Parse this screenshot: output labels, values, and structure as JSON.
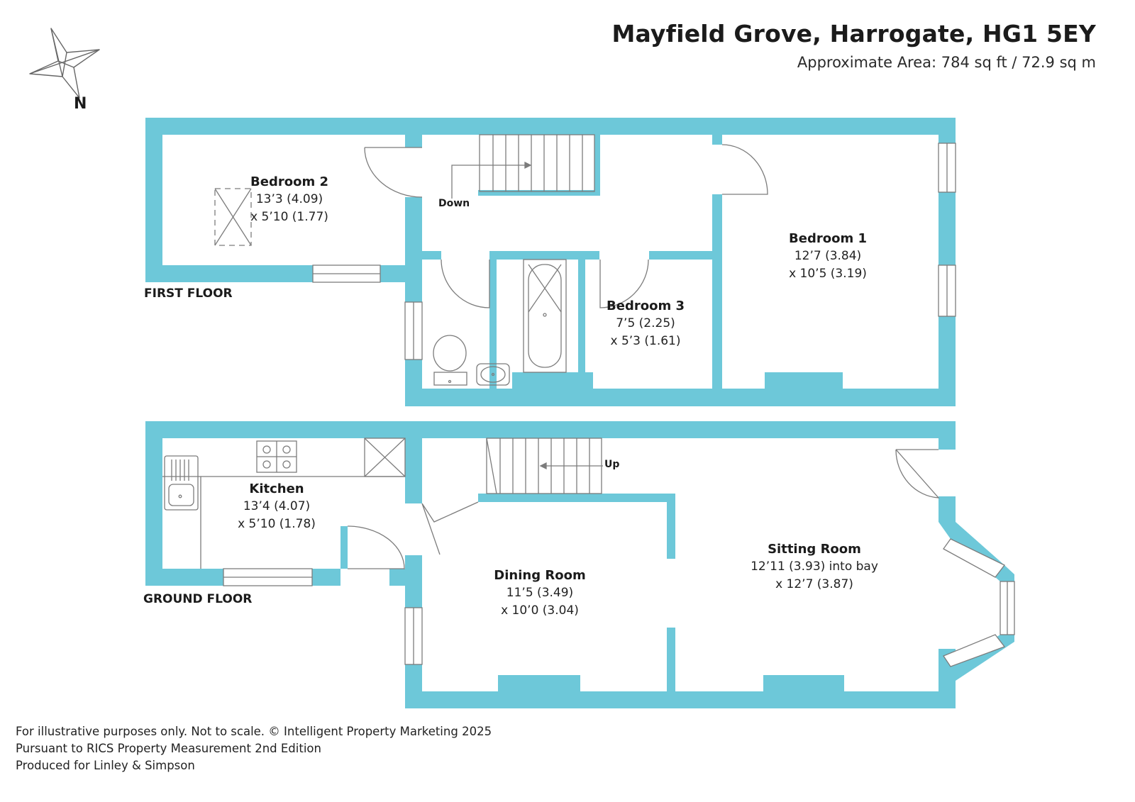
{
  "header": {
    "title": "Mayfield Grove, Harrogate, HG1 5EY",
    "area": "Approximate Area: 784 sq ft / 72.9 sq m"
  },
  "compass": {
    "label": "N"
  },
  "floors": {
    "first": {
      "label": "FIRST FLOOR",
      "stairs_label": "Down"
    },
    "ground": {
      "label": "GROUND FLOOR",
      "stairs_label": "Up"
    }
  },
  "rooms": {
    "bedroom2": {
      "name": "Bedroom 2",
      "dim1": "13’3 (4.09)",
      "dim2": "x 5’10 (1.77)"
    },
    "bedroom1": {
      "name": "Bedroom 1",
      "dim1": "12’7 (3.84)",
      "dim2": "x 10’5 (3.19)"
    },
    "bedroom3": {
      "name": "Bedroom 3",
      "dim1": "7’5 (2.25)",
      "dim2": "x 5’3 (1.61)"
    },
    "kitchen": {
      "name": "Kitchen",
      "dim1": "13’4 (4.07)",
      "dim2": "x 5’10 (1.78)"
    },
    "dining": {
      "name": "Dining Room",
      "dim1": "11’5 (3.49)",
      "dim2": "x 10’0 (3.04)"
    },
    "sitting": {
      "name": "Sitting Room",
      "dim1": "12’11 (3.93) into bay",
      "dim2": "x 12’7 (3.87)"
    }
  },
  "footer": {
    "line1": "For illustrative purposes only. Not to scale. © Intelligent Property Marketing 2025",
    "line2": "Pursuant to RICS Property Measurement 2nd Edition",
    "line3": "Produced for Linley & Simpson"
  },
  "colors": {
    "wall": "#6dc8d9",
    "line": "#7c7c7c",
    "text": "#1b1b1b"
  }
}
